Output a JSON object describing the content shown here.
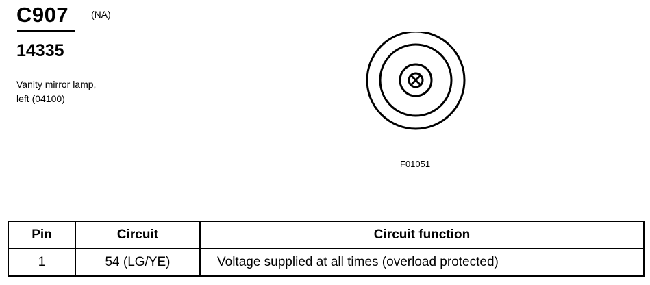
{
  "connector": {
    "id": "C907",
    "market": "(NA)",
    "part_number": "14335",
    "description_line1": "Vanity mirror lamp,",
    "description_line2": "left (04100)"
  },
  "diagram": {
    "figure_code": "F01051",
    "icon": "connector-face-icon"
  },
  "pin_table": {
    "headers": {
      "pin": "Pin",
      "circuit": "Circuit",
      "function": "Circuit function"
    },
    "rows": [
      {
        "pin": "1",
        "circuit": "54 (LG/YE)",
        "function": "Voltage supplied at all times (overload protected)"
      }
    ]
  }
}
